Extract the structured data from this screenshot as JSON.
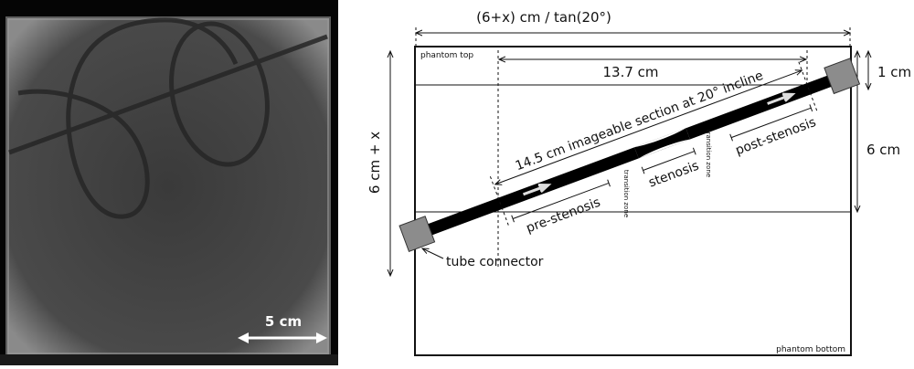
{
  "xray": {
    "scale_label": "5 cm"
  },
  "diagram": {
    "width_label": "(6+x) cm / tan(20°)",
    "height_label": "6 cm + x",
    "inner_width_label": "13.7 cm",
    "top_offset_label": "1 cm",
    "band_label": "6 cm",
    "phantom_top": "phantom top",
    "phantom_bottom": "phantom bottom",
    "section_label": "14.5 cm imageable section at 20° incline",
    "pre_stenosis": "pre-stenosis",
    "stenosis": "stenosis",
    "post_stenosis": "post-stenosis",
    "transition_zone_1": "transition zone",
    "transition_zone_2": "transition zone",
    "tube_connector": "tube connector"
  },
  "colors": {
    "connector": "#8c8c8c",
    "tube": "#000000"
  }
}
